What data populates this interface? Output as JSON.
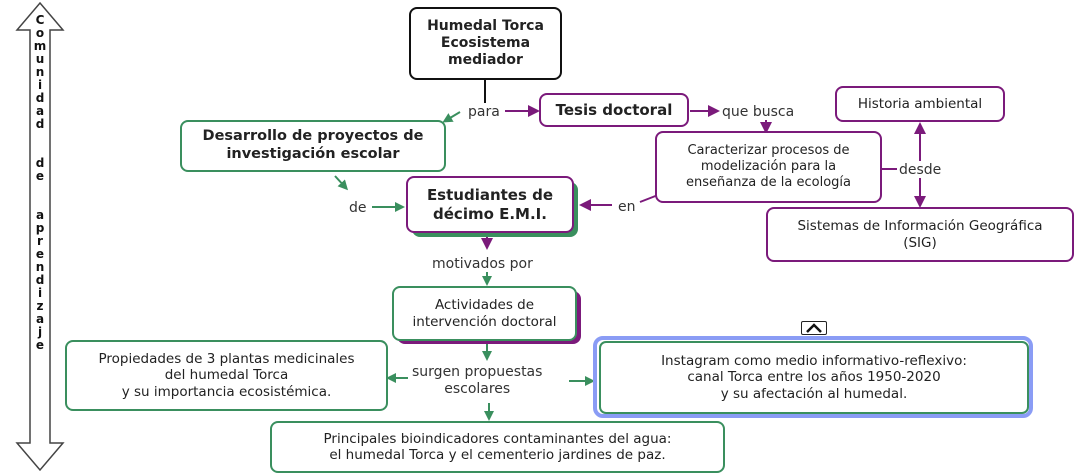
{
  "side_label": "Comunidad de aprendizaje",
  "nodes": {
    "humedal": "Humedal Torca\nEcosistema\nmediador",
    "tesis": "Tesis doctoral",
    "desarrollo": "Desarrollo de proyectos de\ninvestigación escolar",
    "estudiantes": "Estudiantes de\ndécimo E.M.I.",
    "caracterizar": "Caracterizar procesos de\nmodelización para la\nenseñanza de la ecología",
    "historia": "Historia ambiental",
    "sig": "Sistemas de Información Geográfica\n(SIG)",
    "actividades": "Actividades de\nintervención doctoral",
    "propiedades": "Propiedades de 3 plantas medicinales\ndel humedal Torca\ny su importancia ecosistémica.",
    "instagram": "Instagram como medio informativo-reflexivo:\ncanal Torca entre los años 1950-2020\ny su afectación al humedal.",
    "bioindicadores": "Principales bioindicadores contaminantes del agua:\nel humedal Torca y el cementerio jardines de paz."
  },
  "links": {
    "para": "para",
    "que_busca": "que busca",
    "desde": "desde",
    "en": "en",
    "de": "de",
    "motivados_por": "motivados por",
    "surgen": "surgen propuestas\nescolares"
  },
  "colors": {
    "green": "#3a8f5e",
    "purple": "#7b1a7b",
    "black": "#111111",
    "highlight": "#8a9cf5"
  },
  "icons": {
    "collapse": "chevron-up-icon"
  }
}
